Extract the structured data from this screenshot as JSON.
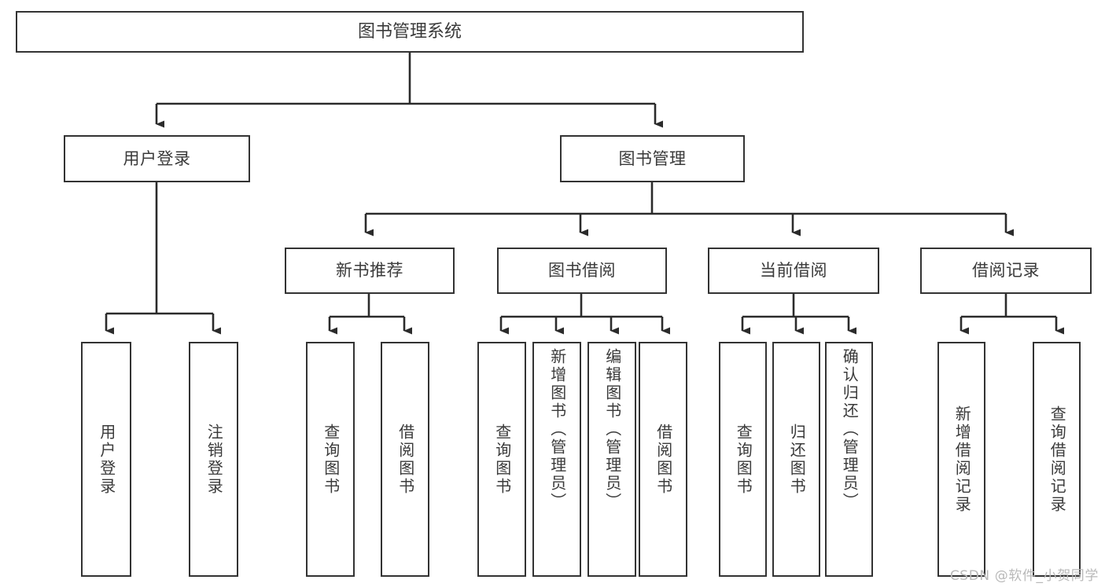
{
  "diagram": {
    "type": "tree-hierarchy",
    "title": "图书管理系统",
    "root": {
      "id": "root",
      "label": "图书管理系统"
    },
    "level1": [
      {
        "id": "user-login",
        "label": "用户登录"
      },
      {
        "id": "book-management",
        "label": "图书管理"
      }
    ],
    "level2": [
      {
        "id": "new-book-recommend",
        "label": "新书推荐",
        "parent": "book-management"
      },
      {
        "id": "book-borrow",
        "label": "图书借阅",
        "parent": "book-management"
      },
      {
        "id": "current-borrow",
        "label": "当前借阅",
        "parent": "book-management"
      },
      {
        "id": "borrow-record",
        "label": "借阅记录",
        "parent": "book-management"
      }
    ],
    "leaves": [
      {
        "id": "leaf-user-login",
        "label": "用户登录",
        "parent": "user-login"
      },
      {
        "id": "leaf-logout-login",
        "label": "注销登录",
        "parent": "user-login"
      },
      {
        "id": "leaf-query-book-1",
        "label": "查询图书",
        "parent": "new-book-recommend"
      },
      {
        "id": "leaf-borrow-book-1",
        "label": "借阅图书",
        "parent": "new-book-recommend"
      },
      {
        "id": "leaf-query-book-2",
        "label": "查询图书",
        "parent": "book-borrow"
      },
      {
        "id": "leaf-add-book",
        "label": "新增图书（管理员）",
        "parent": "book-borrow"
      },
      {
        "id": "leaf-edit-book",
        "label": "编辑图书（管理员）",
        "parent": "book-borrow"
      },
      {
        "id": "leaf-borrow-book-2",
        "label": "借阅图书",
        "parent": "book-borrow"
      },
      {
        "id": "leaf-query-book-3",
        "label": "查询图书",
        "parent": "current-borrow"
      },
      {
        "id": "leaf-return-book",
        "label": "归还图书",
        "parent": "current-borrow"
      },
      {
        "id": "leaf-confirm-return",
        "label": "确认归还（管理员）",
        "parent": "current-borrow"
      },
      {
        "id": "leaf-add-record",
        "label": "新增借阅记录",
        "parent": "borrow-record"
      },
      {
        "id": "leaf-query-record",
        "label": "查询借阅记录",
        "parent": "borrow-record"
      }
    ],
    "colors": {
      "stroke": "#333333",
      "box_fill": "#ffffff",
      "text": "#3a3a3a",
      "watermark": "#b9b9b9",
      "background": "#ffffff"
    }
  },
  "watermark": {
    "text": "CSDN @软件_小贺同学"
  }
}
